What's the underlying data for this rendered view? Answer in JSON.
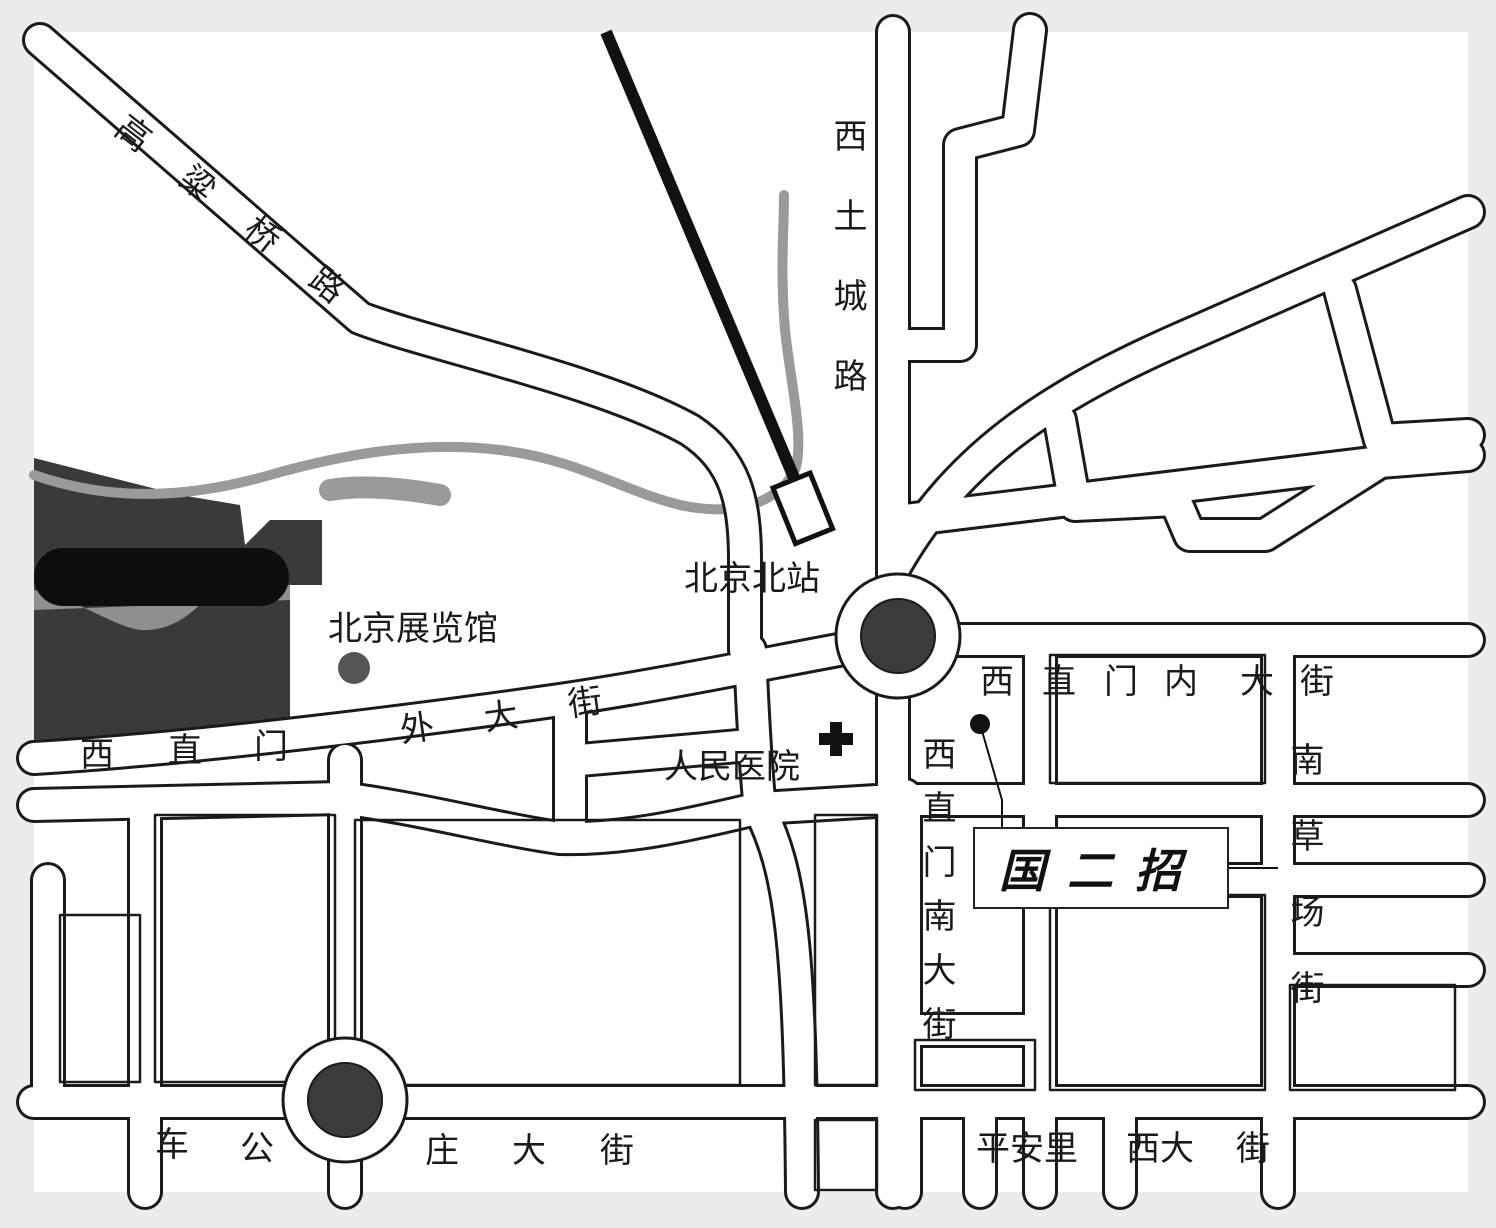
{
  "map": {
    "roads": {
      "gaoliangqiao": "高粱桥路",
      "xituchenglu": "西土城路",
      "xizhimenwai": [
        "西",
        "直",
        "门",
        "外",
        "大",
        "街"
      ],
      "xizhimennei": [
        "西",
        "直",
        "门",
        "内",
        "大",
        "街"
      ],
      "xizhimennan": "西直门南大街",
      "nancaochang": "南草场街",
      "chegongzhuang": [
        "车",
        "公",
        "庄",
        "大",
        "街"
      ],
      "pinganli": [
        "平安里",
        "西大",
        "街"
      ]
    },
    "landmarks": {
      "station": "北京北站",
      "exhibition": "北京展览馆",
      "hospital": "人民医院"
    },
    "callout": {
      "label": "国二招"
    },
    "colors": {
      "road_line": "#1a1a1a",
      "road_fill": "#ffffff",
      "river": "#9a9a9a",
      "park_dark": "#3a3a3a",
      "roundabout": "#3b3b3b",
      "exhibition_dot": "#555555"
    },
    "icons": [
      "hospital-cross-icon",
      "location-dot-icon",
      "exhibition-dot-icon",
      "railway-icon"
    ]
  }
}
